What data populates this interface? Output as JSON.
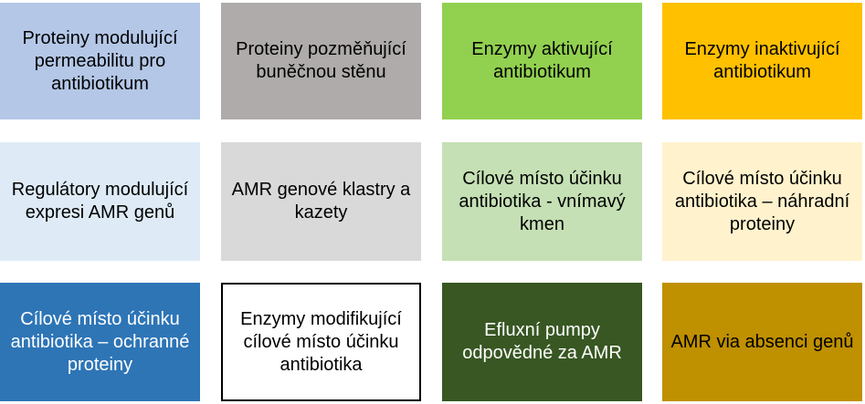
{
  "tiles": [
    {
      "label": "Proteiny modulující permeabilitu pro antibiotikum",
      "bg": "#b4c7e7",
      "fg": "#000000"
    },
    {
      "label": "Proteiny pozměňující buněčnou stěnu",
      "bg": "#afabab",
      "fg": "#000000"
    },
    {
      "label": "Enzymy aktivující antibiotikum",
      "bg": "#92d050",
      "fg": "#000000"
    },
    {
      "label": "Enzymy inaktivující antibiotikum",
      "bg": "#ffc000",
      "fg": "#000000"
    },
    {
      "label": "Regulátory modulující expresi AMR genů",
      "bg": "#deebf7",
      "fg": "#000000"
    },
    {
      "label": "AMR genové klastry a kazety",
      "bg": "#d9d9d9",
      "fg": "#000000"
    },
    {
      "label": "Cílové místo účinku antibiotika - vnímavý kmen",
      "bg": "#c5e0b4",
      "fg": "#000000"
    },
    {
      "label": "Cílové místo účinku antibiotika – náhradní proteiny",
      "bg": "#fff2cc",
      "fg": "#000000"
    },
    {
      "label": "Cílové místo účinku antibiotika – ochranné proteiny",
      "bg": "#2e75b6",
      "fg": "#ffffff"
    },
    {
      "label": "Enzymy modifikující cílové místo účinku antibiotika",
      "bg": "#ffffff",
      "fg": "#000000",
      "border": "#000000"
    },
    {
      "label": "Efluxní pumpy odpovědné za AMR",
      "bg": "#385723",
      "fg": "#ffffff"
    },
    {
      "label": "AMR via absenci genů",
      "bg": "#bf9000",
      "fg": "#000000"
    }
  ]
}
